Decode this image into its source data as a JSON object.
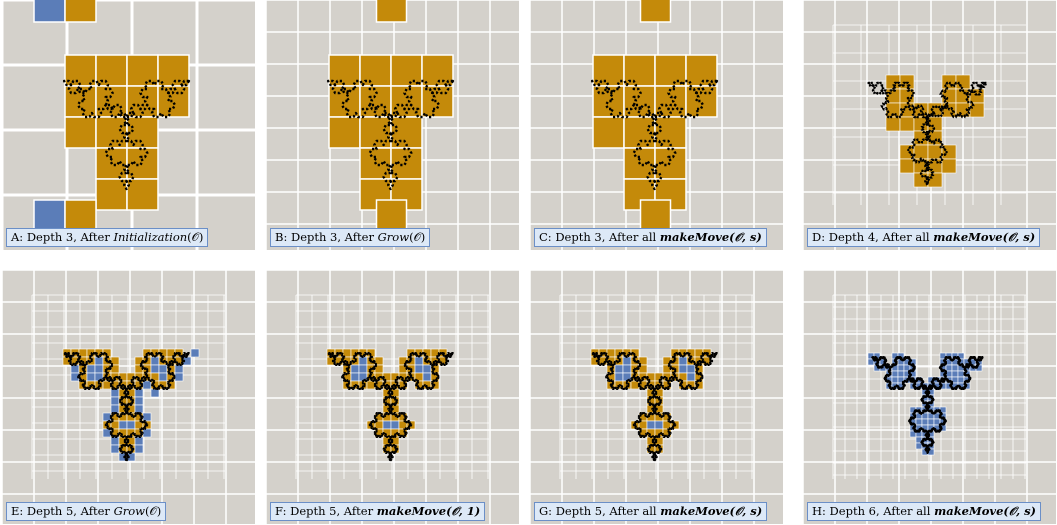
{
  "colors": {
    "background": "#d4d1cb",
    "grid": "#ffffff",
    "interior": "#5b7db8",
    "boundary": "#c48a0a",
    "curve": "#000000",
    "caption_bg": "#dde9f7",
    "caption_border": "#6b8fc7"
  },
  "panels": [
    {
      "id": "A",
      "depth": 3,
      "caption": {
        "prefix": "A: Depth 3, After ",
        "func": "Initialization",
        "args": "(𝒪)"
      }
    },
    {
      "id": "B",
      "depth": 3,
      "caption": {
        "prefix": "B: Depth 3, After ",
        "func": "Grow",
        "args": "(𝒪)"
      }
    },
    {
      "id": "C",
      "depth": 3,
      "caption": {
        "prefix": "C: Depth 3, After all ",
        "func": "makeMove",
        "args": "(𝒪, s)"
      }
    },
    {
      "id": "D",
      "depth": 4,
      "caption": {
        "prefix": "D: Depth 4, After all ",
        "func": "makeMove",
        "args": "(𝒪, s)"
      }
    },
    {
      "id": "E",
      "depth": 5,
      "caption": {
        "prefix": "E: Depth 5, After ",
        "func": "Grow",
        "args": "(𝒪)"
      }
    },
    {
      "id": "F",
      "depth": 5,
      "caption": {
        "prefix": "F: Depth 5, After ",
        "func": "makeMove",
        "args": "(𝒪, 1)"
      }
    },
    {
      "id": "G",
      "depth": 5,
      "caption": {
        "prefix": "G: Depth 5, After all ",
        "func": "makeMove",
        "args": "(𝒪, s)"
      }
    },
    {
      "id": "H",
      "depth": 6,
      "caption": {
        "prefix": "H: Depth 6, After all ",
        "func": "makeMove",
        "args": "(𝒪, s)"
      }
    }
  ]
}
